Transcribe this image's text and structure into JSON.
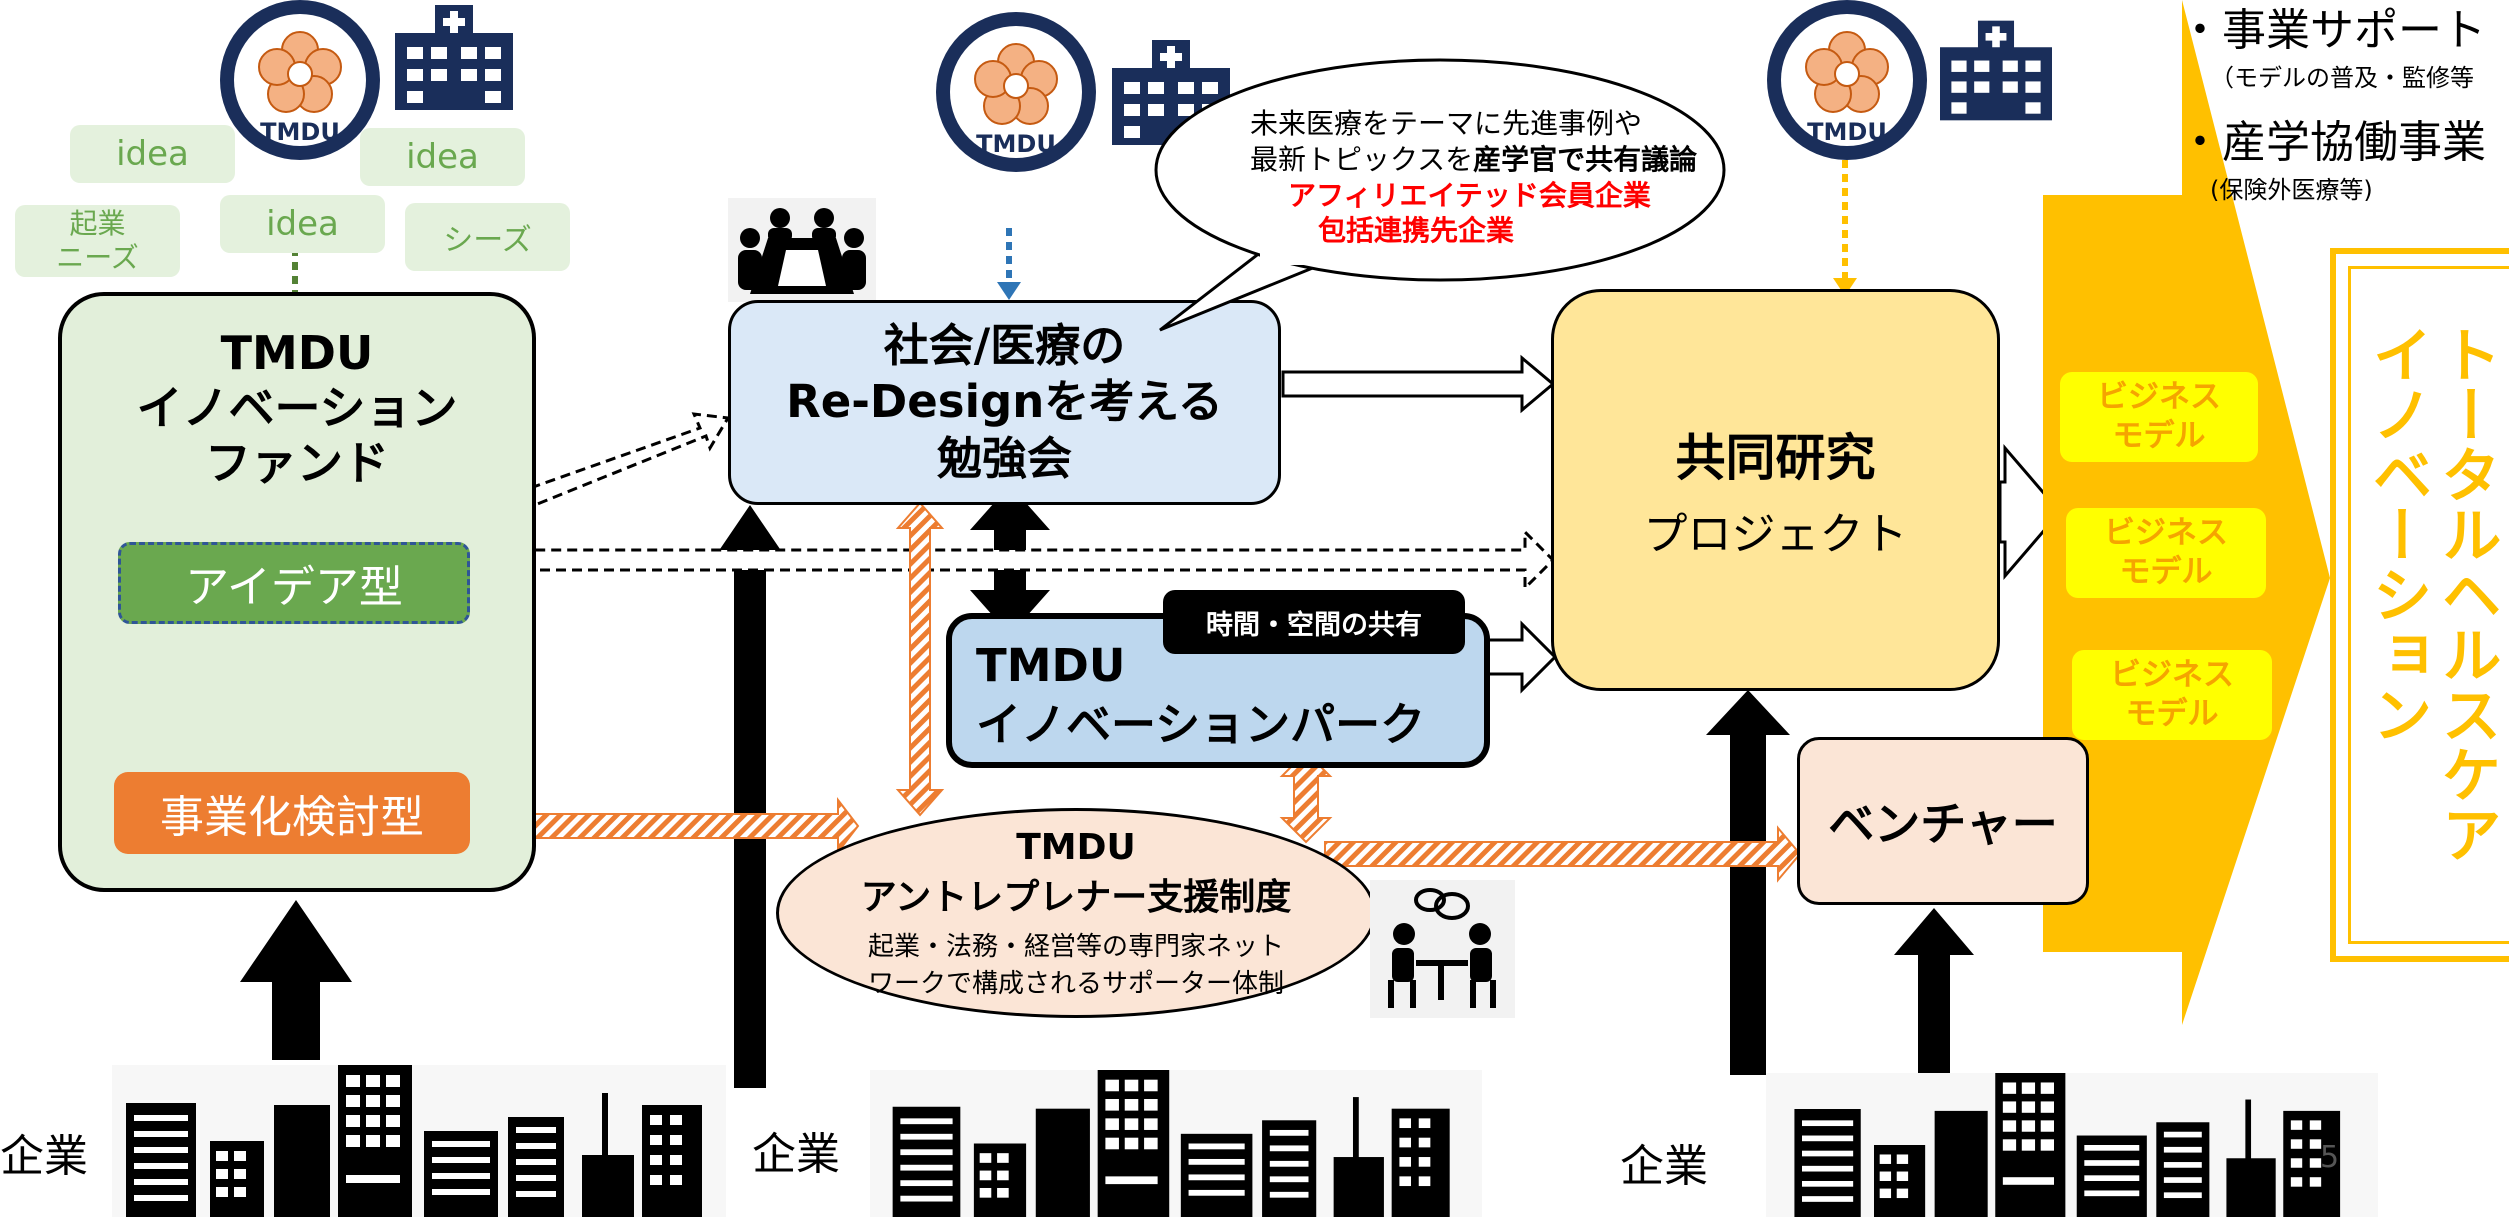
{
  "header": {
    "bullet1_title": "・事業サポート",
    "bullet1_sub": "（モデルの普及・監修等",
    "bullet2_title": "・産学協働事業",
    "bullet2_sub": "(保険外医療等)"
  },
  "logo_text": "TMDU",
  "ideas": {
    "idea1": "idea",
    "idea2": "idea",
    "idea3": "idea",
    "needs_line1": "起業",
    "needs_line2": "ニーズ",
    "seeds": "シーズ"
  },
  "fund": {
    "line1": "TMDU",
    "line2": "イノベーション",
    "line3": "ファンド",
    "idea_type": "アイデア型",
    "biz_type": "事業化検討型"
  },
  "study": {
    "line1": "社会/医療の",
    "line2": "Re-Designを考える",
    "line3": "勉強会"
  },
  "bubble": {
    "line1": "未来医療をテーマに先進事例や",
    "line2_a": "最新トピックスを",
    "line2_b": "産学官で共有議論",
    "line3": "アフィリエイテッド会員企業",
    "line4": "包括連携先企業"
  },
  "park": {
    "badge": "時間・空間の共有",
    "line1": "TMDU",
    "line2": "イノベーションパーク"
  },
  "entrepreneur": {
    "line1": "TMDU",
    "line2": "アントレプレナー支援制度",
    "line3": "起業・法務・経営等の専門家ネット",
    "line4": "ワークで構成されるサポーター体制"
  },
  "joint": {
    "line1": "共同研究",
    "line2": "プロジェクト"
  },
  "venture": "ベンチャー",
  "business_models": [
    "ビジネス\nモデル",
    "ビジネス\nモデル",
    "ビジネス\nモデル"
  ],
  "total": "トータルヘルスケア\nイノベーション",
  "companies": [
    "企業",
    "企業",
    "企業"
  ],
  "page_number": "5",
  "colors": {
    "fund_bg": "#e2efda",
    "idea_type_bg": "#6aa84f",
    "biz_type_bg": "#ed7d31",
    "study_bg": "#dae8f7",
    "park_bg": "#bdd7ee",
    "joint_bg": "#ffe699",
    "venture_bg": "#fbe5d6",
    "entrepreneur_bg": "#fbe5d6",
    "navy": "#1a2e5a",
    "gold": "#ffc000",
    "red": "#ff0000"
  },
  "icons": [
    "university-seal-icon",
    "hospital-building-icon",
    "meeting-people-icon",
    "consultation-people-icon",
    "city-buildings-icon"
  ]
}
